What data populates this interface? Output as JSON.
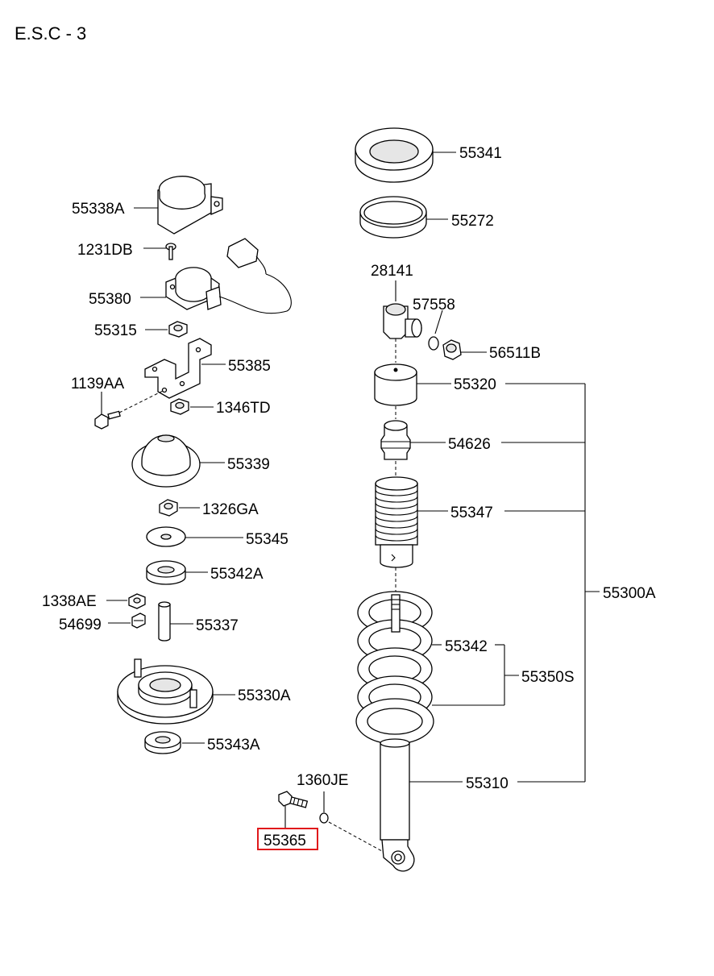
{
  "title": "E.S.C - 3",
  "labels": {
    "p55341": "55341",
    "p55272": "55272",
    "p28141": "28141",
    "p57558": "57558",
    "p56511B": "56511B",
    "p55320": "55320",
    "p54626": "54626",
    "p55347": "55347",
    "p55300A": "55300A",
    "p55342": "55342",
    "p55350S": "55350S",
    "p55310": "55310",
    "p1360JE": "1360JE",
    "p55365": "55365",
    "p55338A": "55338A",
    "p1231DB": "1231DB",
    "p55380": "55380",
    "p55315": "55315",
    "p55385": "55385",
    "p1139AA": "1139AA",
    "p1346TD": "1346TD",
    "p55339": "55339",
    "p1326GA": "1326GA",
    "p55345": "55345",
    "p55342A": "55342A",
    "p1338AE": "1338AE",
    "p54699": "54699",
    "p55337": "55337",
    "p55330A": "55330A",
    "p55343A": "55343A"
  },
  "highlighted_part": "55365",
  "colors": {
    "highlight": "#e0191b",
    "line": "#000000",
    "background": "#ffffff"
  }
}
